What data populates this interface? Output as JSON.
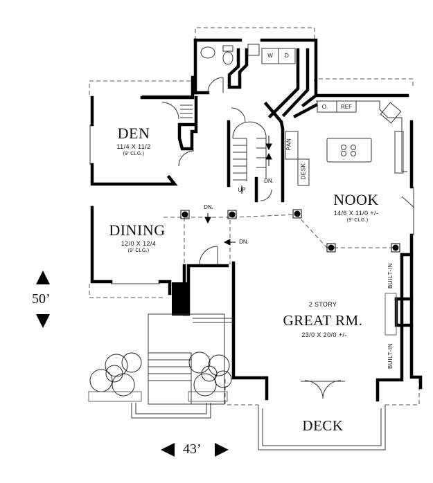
{
  "rooms": {
    "den": {
      "name": "DEN",
      "dims": "11/4 X 11/2",
      "ceiling": "(9' CLG.)"
    },
    "dining": {
      "name": "DINING",
      "dims": "12/0 X 12/4",
      "ceiling": "(9' CLG.)"
    },
    "nook": {
      "name": "NOOK",
      "dims": "14/6 X 11/0 +/-",
      "ceiling": "(9' CLG.)"
    },
    "great_room": {
      "story": "2 STORY",
      "name": "GREAT RM.",
      "dims": "23/0 X 20/0 +/-"
    },
    "deck": {
      "name": "DECK"
    }
  },
  "labels": {
    "pantry": "PAN",
    "desk": "DESK",
    "oven": "O.",
    "refrigerator": "REF",
    "washer": "W",
    "dryer": "D",
    "up": "UP",
    "down_stair": "DN.",
    "down_step_top": "DN.",
    "down_step_side": "DN.",
    "built_in_upper": "BUILT-IN",
    "built_in_lower": "BUILT-IN"
  },
  "scale": {
    "depth": "50’",
    "width": "43’"
  }
}
